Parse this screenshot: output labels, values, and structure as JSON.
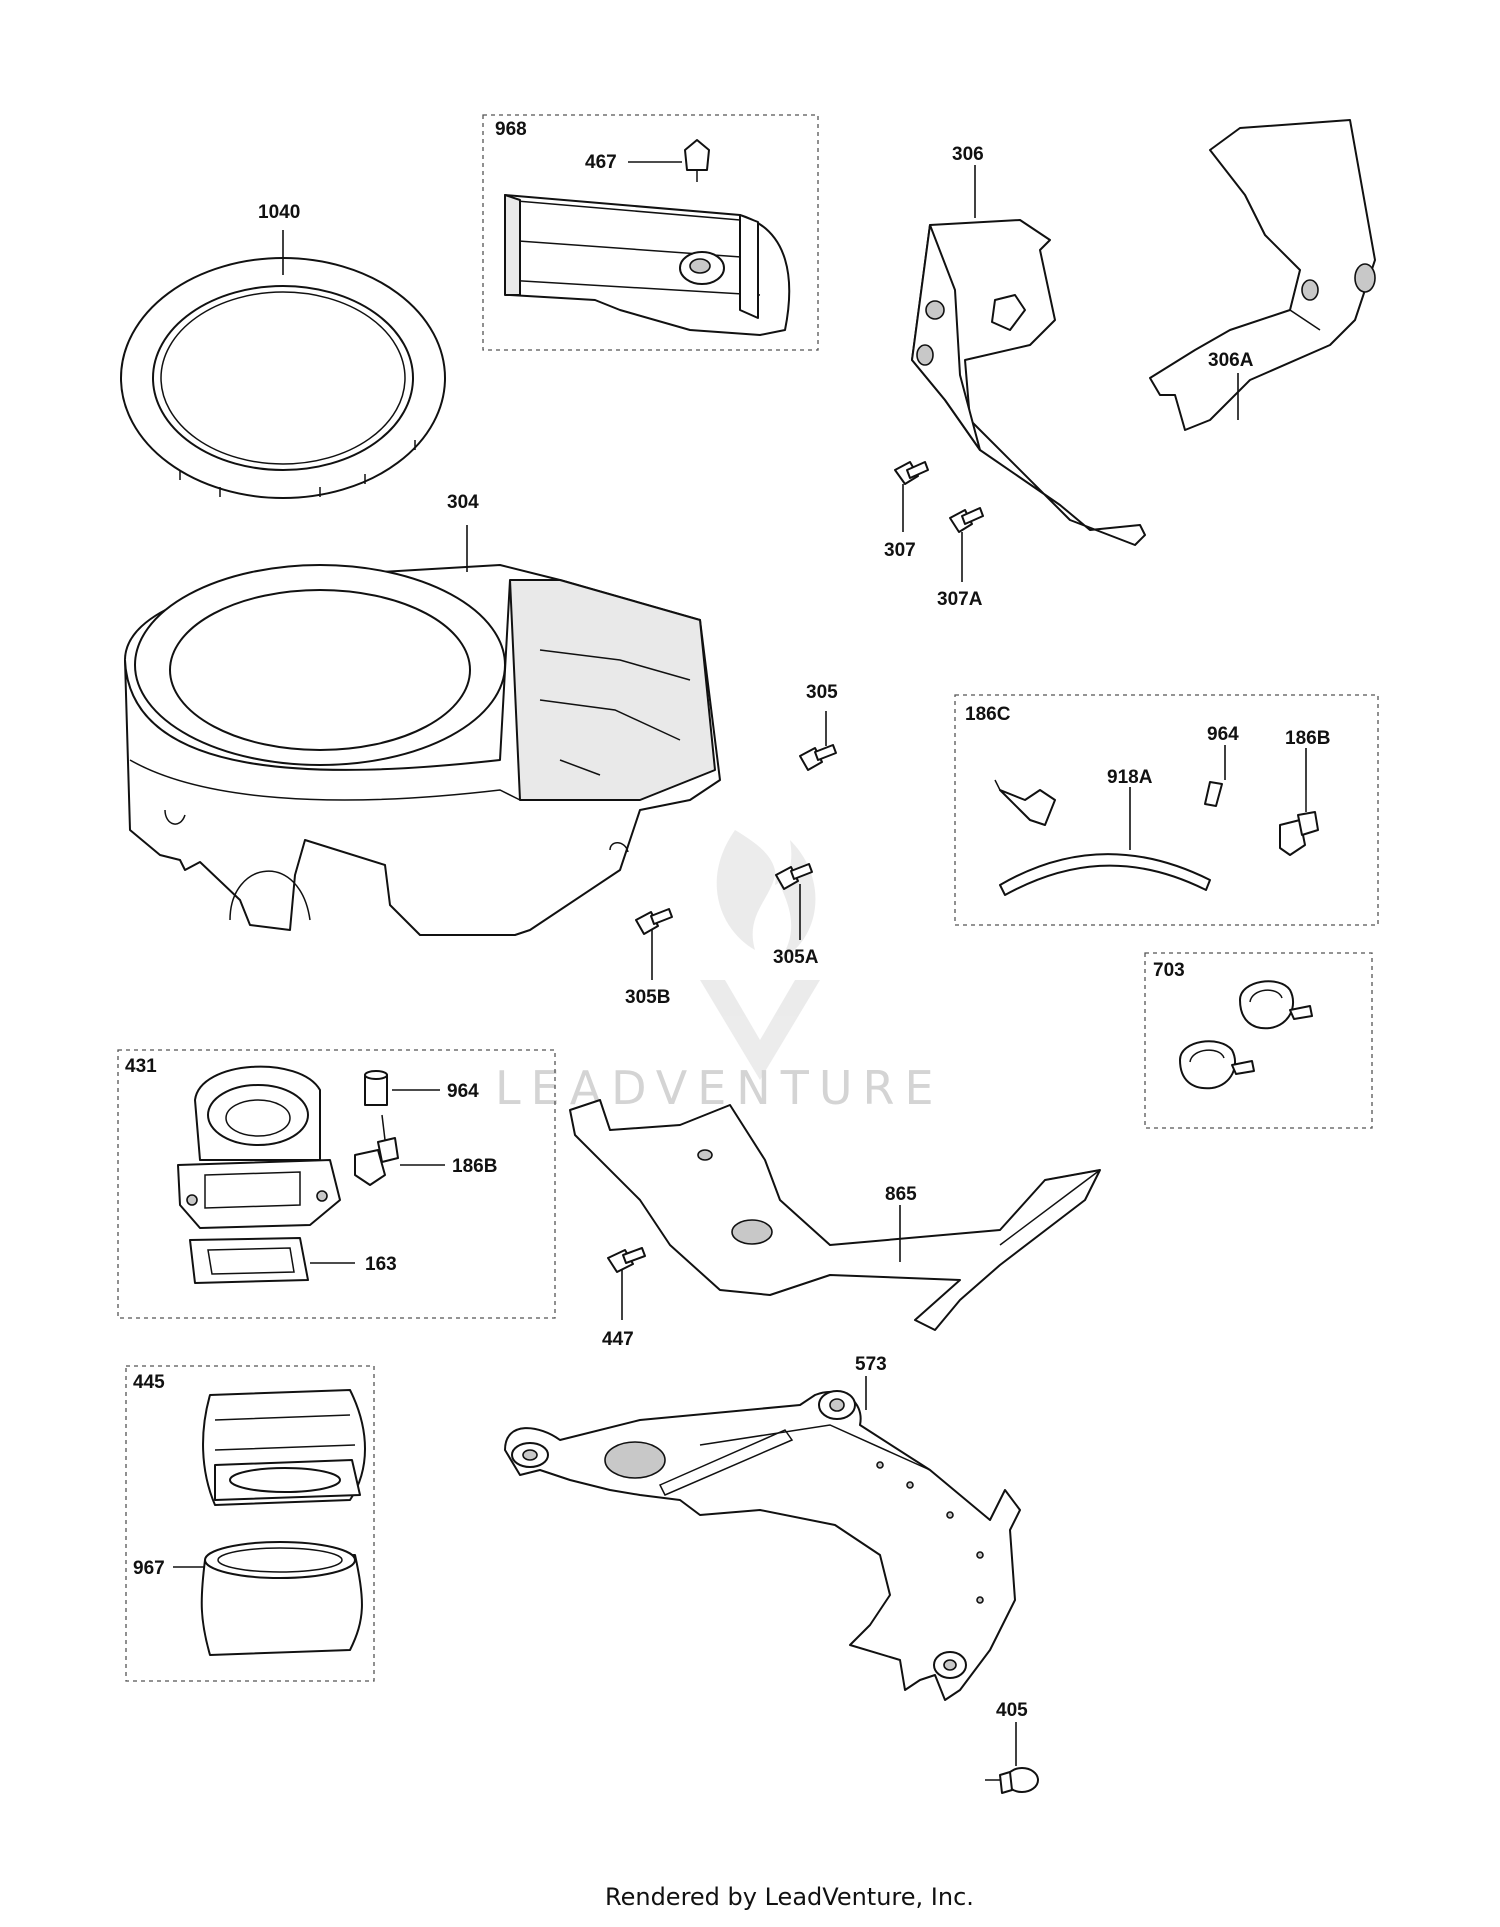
{
  "diagram": {
    "groups": [
      {
        "id": "968"
      },
      {
        "id": "186C"
      },
      {
        "id": "703"
      },
      {
        "id": "431"
      },
      {
        "id": "445"
      }
    ],
    "callouts": [
      {
        "id": "1040"
      },
      {
        "id": "968"
      },
      {
        "id": "467"
      },
      {
        "id": "306"
      },
      {
        "id": "306A"
      },
      {
        "id": "304"
      },
      {
        "id": "307"
      },
      {
        "id": "307A"
      },
      {
        "id": "305"
      },
      {
        "id": "305A"
      },
      {
        "id": "305B"
      },
      {
        "id": "186C"
      },
      {
        "id": "964"
      },
      {
        "id": "918A"
      },
      {
        "id": "186B"
      },
      {
        "id": "703"
      },
      {
        "id": "431"
      },
      {
        "id": "964b",
        "text": "964"
      },
      {
        "id": "186Bb",
        "text": "186B"
      },
      {
        "id": "163"
      },
      {
        "id": "865"
      },
      {
        "id": "447"
      },
      {
        "id": "445"
      },
      {
        "id": "573"
      },
      {
        "id": "967"
      },
      {
        "id": "405"
      }
    ]
  },
  "labels": {
    "l1040": "1040",
    "l968": "968",
    "l467": "467",
    "l306": "306",
    "l306A": "306A",
    "l304": "304",
    "l307": "307",
    "l307A": "307A",
    "l305": "305",
    "l305A": "305A",
    "l305B": "305B",
    "l186C": "186C",
    "l964": "964",
    "l918A": "918A",
    "l186B": "186B",
    "l703": "703",
    "l431": "431",
    "l964b": "964",
    "l186Bb": "186B",
    "l163": "163",
    "l865": "865",
    "l447": "447",
    "l445": "445",
    "l573": "573",
    "l967": "967",
    "l405": "405"
  },
  "watermark": "LEADVENTURE",
  "footer": "Rendered by LeadVenture, Inc."
}
